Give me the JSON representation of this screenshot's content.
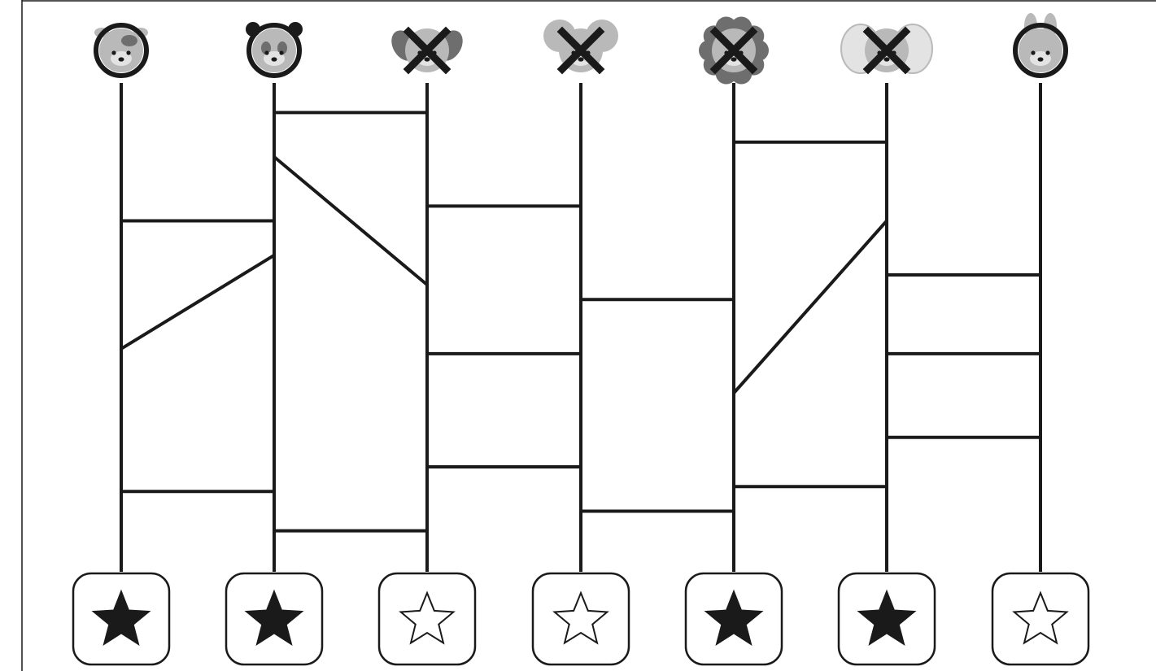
{
  "puzzle": {
    "type": "amidakuji-ladder",
    "colors": {
      "line": "#1a1a1a",
      "icon_gray": "#b9b9b9",
      "icon_dark": "#6e6e6e",
      "icon_light": "#e3e3e3",
      "star_filled": "#1a1a1a",
      "star_empty": "#ffffff",
      "background": "#ffffff"
    },
    "columns": [
      {
        "animal": "cow",
        "icon": "cow-icon",
        "mark": "circle",
        "star": "filled"
      },
      {
        "animal": "panda",
        "icon": "panda-icon",
        "mark": "circle",
        "star": "filled"
      },
      {
        "animal": "dog",
        "icon": "dog-icon",
        "mark": "cross",
        "star": "empty"
      },
      {
        "animal": "mouse",
        "icon": "mouse-icon",
        "mark": "cross",
        "star": "empty"
      },
      {
        "animal": "lion",
        "icon": "lion-icon",
        "mark": "cross",
        "star": "filled"
      },
      {
        "animal": "elephant",
        "icon": "elephant-icon",
        "mark": "cross",
        "star": "filled"
      },
      {
        "animal": "rabbit",
        "icon": "rabbit-icon",
        "mark": "circle",
        "star": "empty"
      }
    ],
    "rungs": [
      {
        "from": 1,
        "to": 2,
        "y_from": 0.3,
        "y_to": 0.3
      },
      {
        "from": 1,
        "to": 2,
        "y_from": 0.56,
        "y_to": 0.37
      },
      {
        "from": 1,
        "to": 2,
        "y_from": 0.85,
        "y_to": 0.85
      },
      {
        "from": 2,
        "to": 3,
        "y_from": 0.08,
        "y_to": 0.08
      },
      {
        "from": 2,
        "to": 3,
        "y_from": 0.17,
        "y_to": 0.43
      },
      {
        "from": 2,
        "to": 3,
        "y_from": 0.93,
        "y_to": 0.93
      },
      {
        "from": 3,
        "to": 4,
        "y_from": 0.27,
        "y_to": 0.27
      },
      {
        "from": 3,
        "to": 4,
        "y_from": 0.57,
        "y_to": 0.57
      },
      {
        "from": 3,
        "to": 4,
        "y_from": 0.8,
        "y_to": 0.8
      },
      {
        "from": 4,
        "to": 5,
        "y_from": 0.46,
        "y_to": 0.46
      },
      {
        "from": 4,
        "to": 5,
        "y_from": 0.89,
        "y_to": 0.89
      },
      {
        "from": 5,
        "to": 6,
        "y_from": 0.14,
        "y_to": 0.14
      },
      {
        "from": 5,
        "to": 6,
        "y_from": 0.65,
        "y_to": 0.3
      },
      {
        "from": 5,
        "to": 6,
        "y_from": 0.84,
        "y_to": 0.84
      },
      {
        "from": 6,
        "to": 7,
        "y_from": 0.41,
        "y_to": 0.41
      },
      {
        "from": 6,
        "to": 7,
        "y_from": 0.57,
        "y_to": 0.57
      },
      {
        "from": 6,
        "to": 7,
        "y_from": 0.74,
        "y_to": 0.74
      }
    ]
  }
}
